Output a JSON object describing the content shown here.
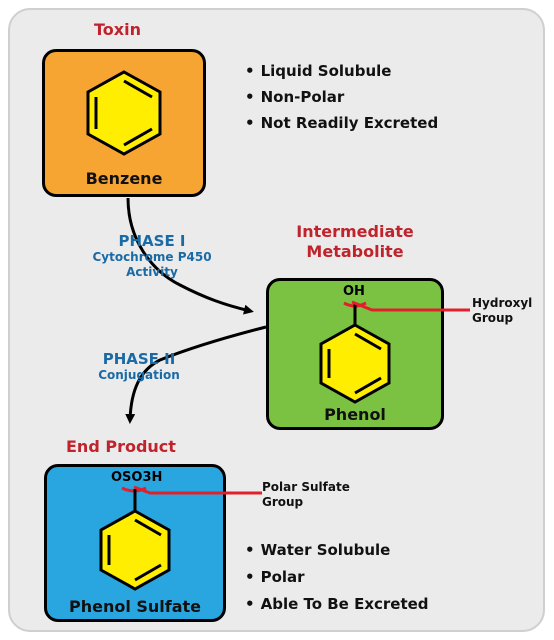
{
  "toxin": {
    "heading": "Toxin",
    "name": "Benzene",
    "color": "#f7a532",
    "properties": [
      "Liquid Solubule",
      "Non-Polar",
      "Not Readily Excreted"
    ]
  },
  "phase1": {
    "title": "PHASE I",
    "line1": "Cytochrome P450",
    "line2": "Activity"
  },
  "intermediate": {
    "heading_line1": "Intermediate",
    "heading_line2": "Metabolite",
    "name": "Phenol",
    "group_formula": "OH",
    "group_label_line1": "Hydroxyl",
    "group_label_line2": "Group",
    "color": "#7cc242"
  },
  "phase2": {
    "title": "PHASE II",
    "line1": "Conjugation"
  },
  "end_product": {
    "heading": "End Product",
    "name": "Phenol Sulfate",
    "group_formula": "OSO3H",
    "group_label_line1": "Polar Sulfate",
    "group_label_line2": "Group",
    "color": "#29a6df",
    "properties": [
      "Water Solubule",
      "Polar",
      "Able To Be Excreted"
    ]
  },
  "colors": {
    "ring_fill": "#ffee00",
    "label_red": "#c0232c",
    "phase_blue": "#1a6aa6"
  }
}
